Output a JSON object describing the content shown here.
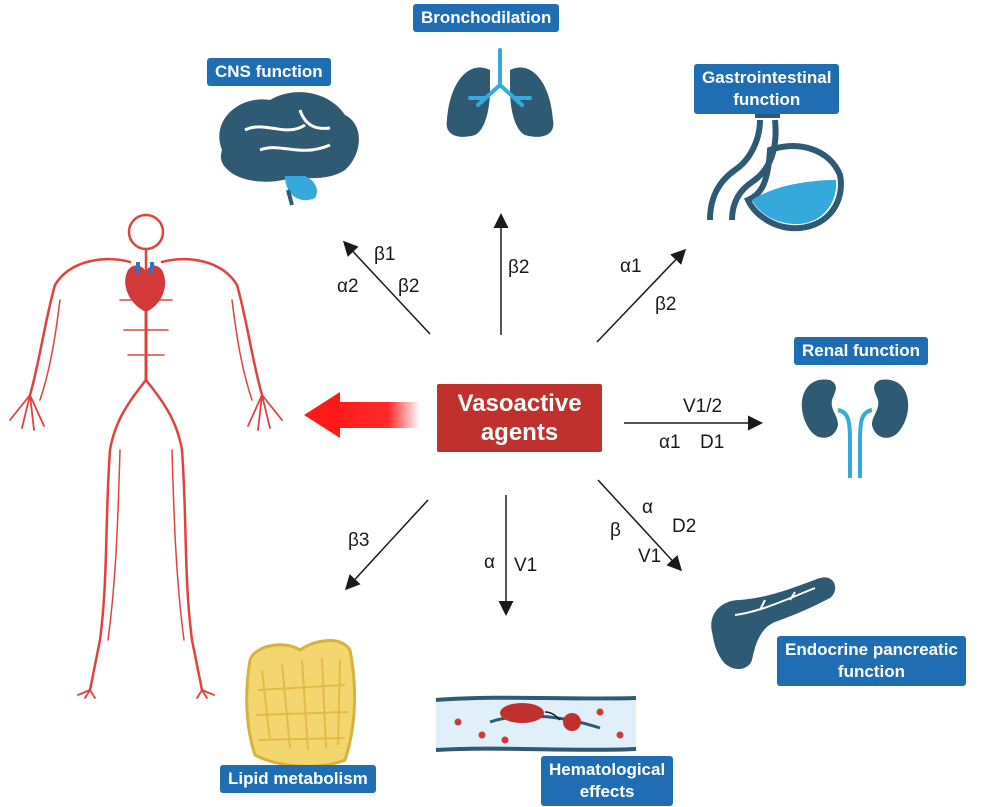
{
  "center_label": {
    "line1": "Vasoactive",
    "line2": "agents"
  },
  "targets": {
    "bronchodilation": "Bronchodilation",
    "cns": "CNS function",
    "gastro": {
      "line1": "Gastrointestinal",
      "line2": "function"
    },
    "renal": "Renal function",
    "endocrine": {
      "line1": "Endocrine pancreatic",
      "line2": "function"
    },
    "hematological": {
      "line1": "Hematological",
      "line2": "effects"
    },
    "lipid": "Lipid metabolism"
  },
  "receptors": {
    "cns": [
      "β1",
      "α2",
      "β2"
    ],
    "bronchodilation": [
      "β2"
    ],
    "gastro": [
      "α1",
      "β2"
    ],
    "renal": [
      "V1/2",
      "α1",
      "D1"
    ],
    "endocrine": [
      "α",
      "D2",
      "β",
      "V1"
    ],
    "hematological": [
      "α",
      "V1"
    ],
    "lipid": [
      "β3"
    ]
  },
  "colors": {
    "center": "#c0302c",
    "tag": "#1f6db3",
    "organ": "#2e5a74",
    "accent": "#35a9dc",
    "vessel": "#e0433e"
  }
}
